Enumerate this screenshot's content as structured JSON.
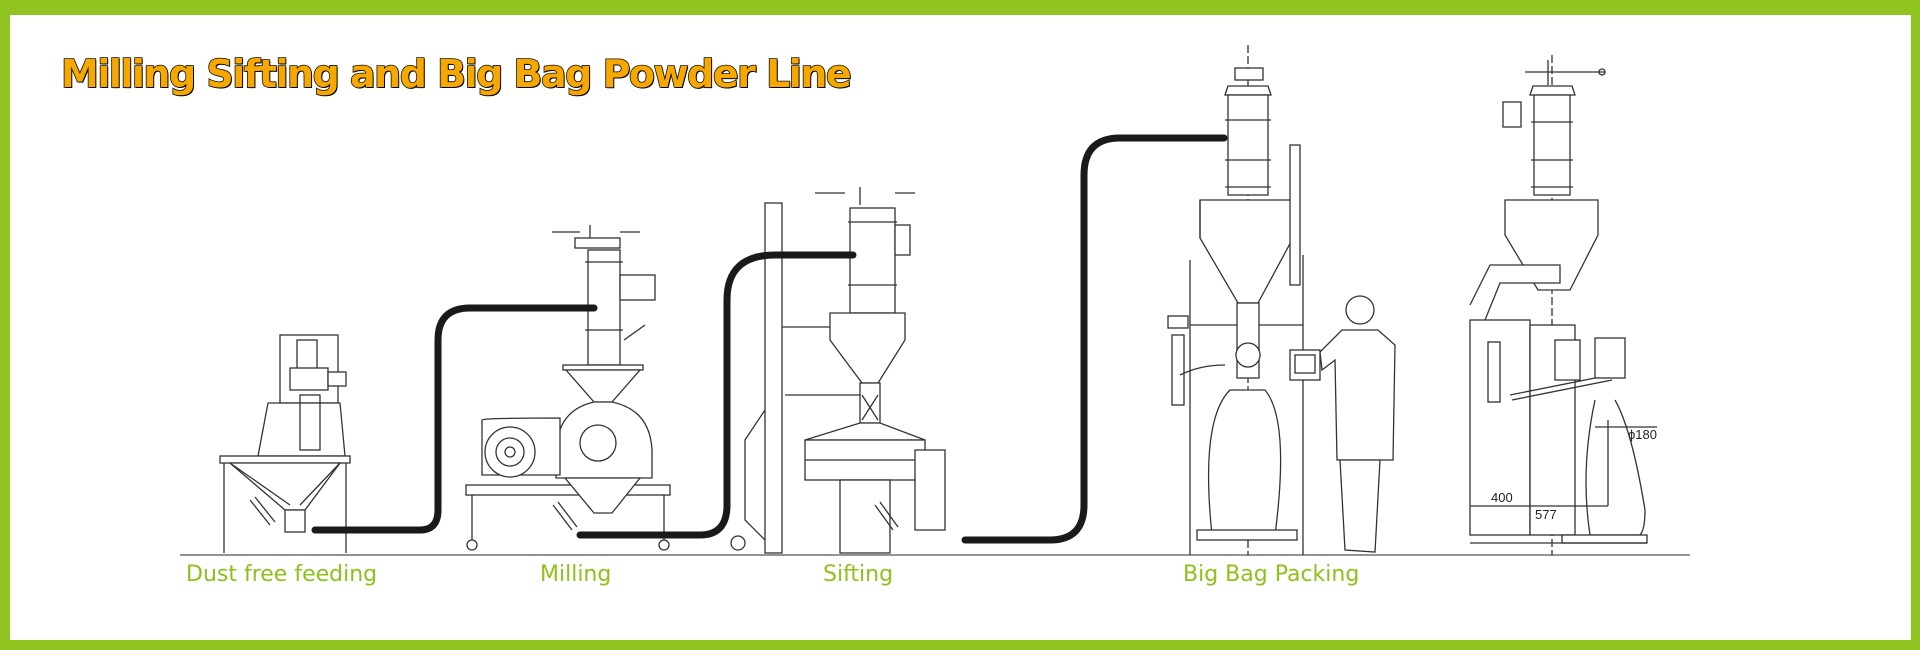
{
  "title": "Milling Sifting and Big Bag Powder Line",
  "stations": [
    {
      "label": "Dust free feeding"
    },
    {
      "label": "Milling"
    },
    {
      "label": "Sifting"
    },
    {
      "label": "Big Bag Packing"
    }
  ],
  "dimensions": {
    "width_a": "400",
    "width_b": "577",
    "diameter": "ϕ180"
  },
  "colors": {
    "border": "#8fc31f",
    "label": "#8cc21a",
    "title": "#f7a800",
    "hose": "#1a1a1a"
  }
}
